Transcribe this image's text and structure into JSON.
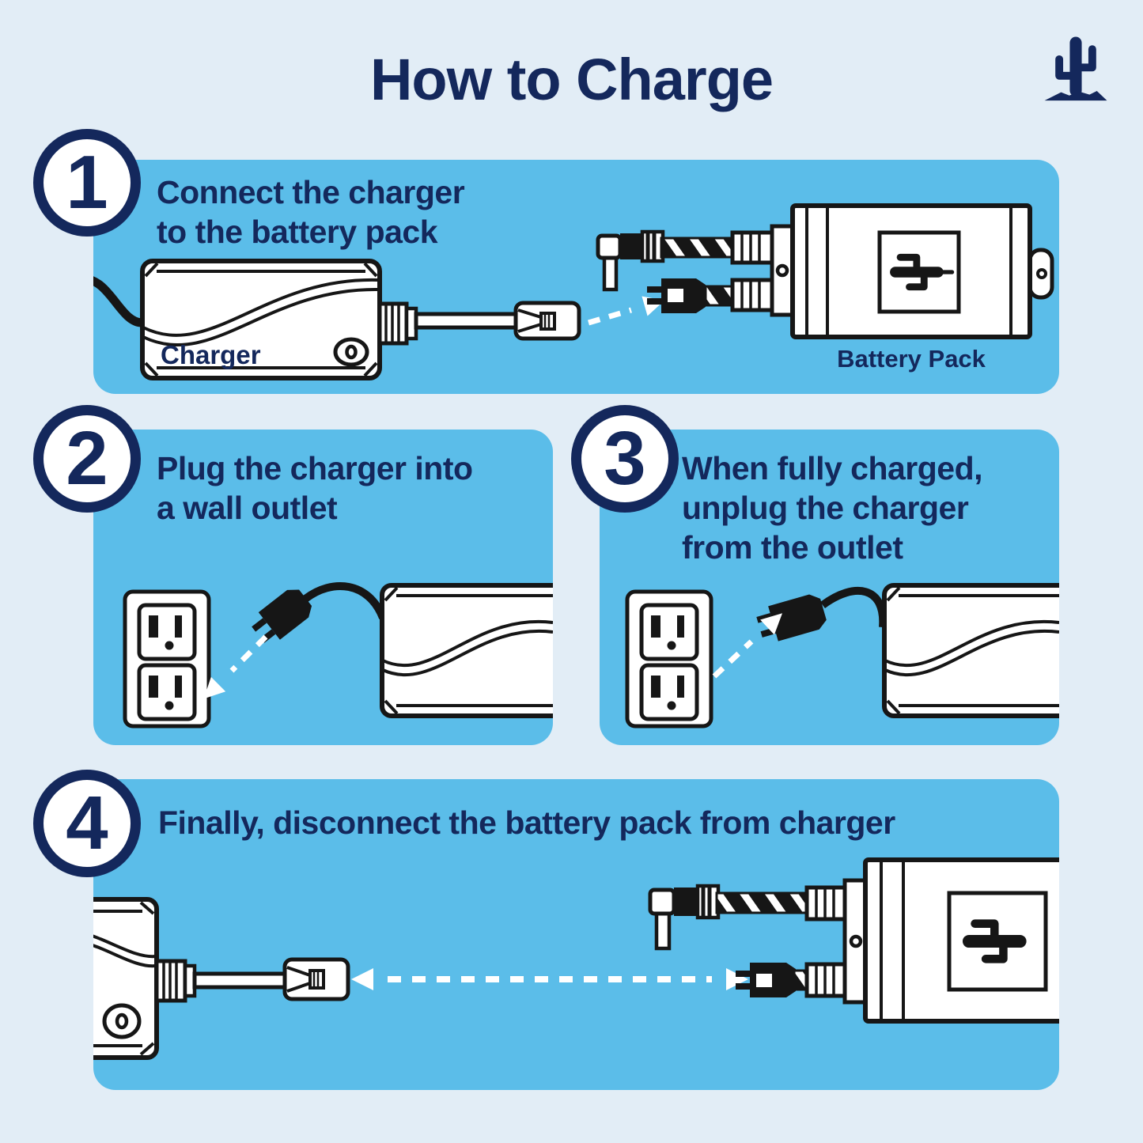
{
  "page": {
    "title": "How to Charge",
    "background_color": "#e2edf6",
    "panel_color": "#5bbde9",
    "navy_color": "#14285c",
    "lineart_color": "#161616",
    "brand_logo": "cactus-icon"
  },
  "steps": [
    {
      "number": "1",
      "lines": [
        "Connect the charger",
        "to the battery pack"
      ],
      "labels": {
        "charger": "Charger",
        "battery": "Battery Pack"
      }
    },
    {
      "number": "2",
      "lines": [
        "Plug the charger into",
        "a wall outlet"
      ]
    },
    {
      "number": "3",
      "lines": [
        "When fully charged,",
        "unplug the charger",
        "from the outlet"
      ]
    },
    {
      "number": "4",
      "lines": [
        "Finally, disconnect the battery pack from charger"
      ]
    }
  ]
}
